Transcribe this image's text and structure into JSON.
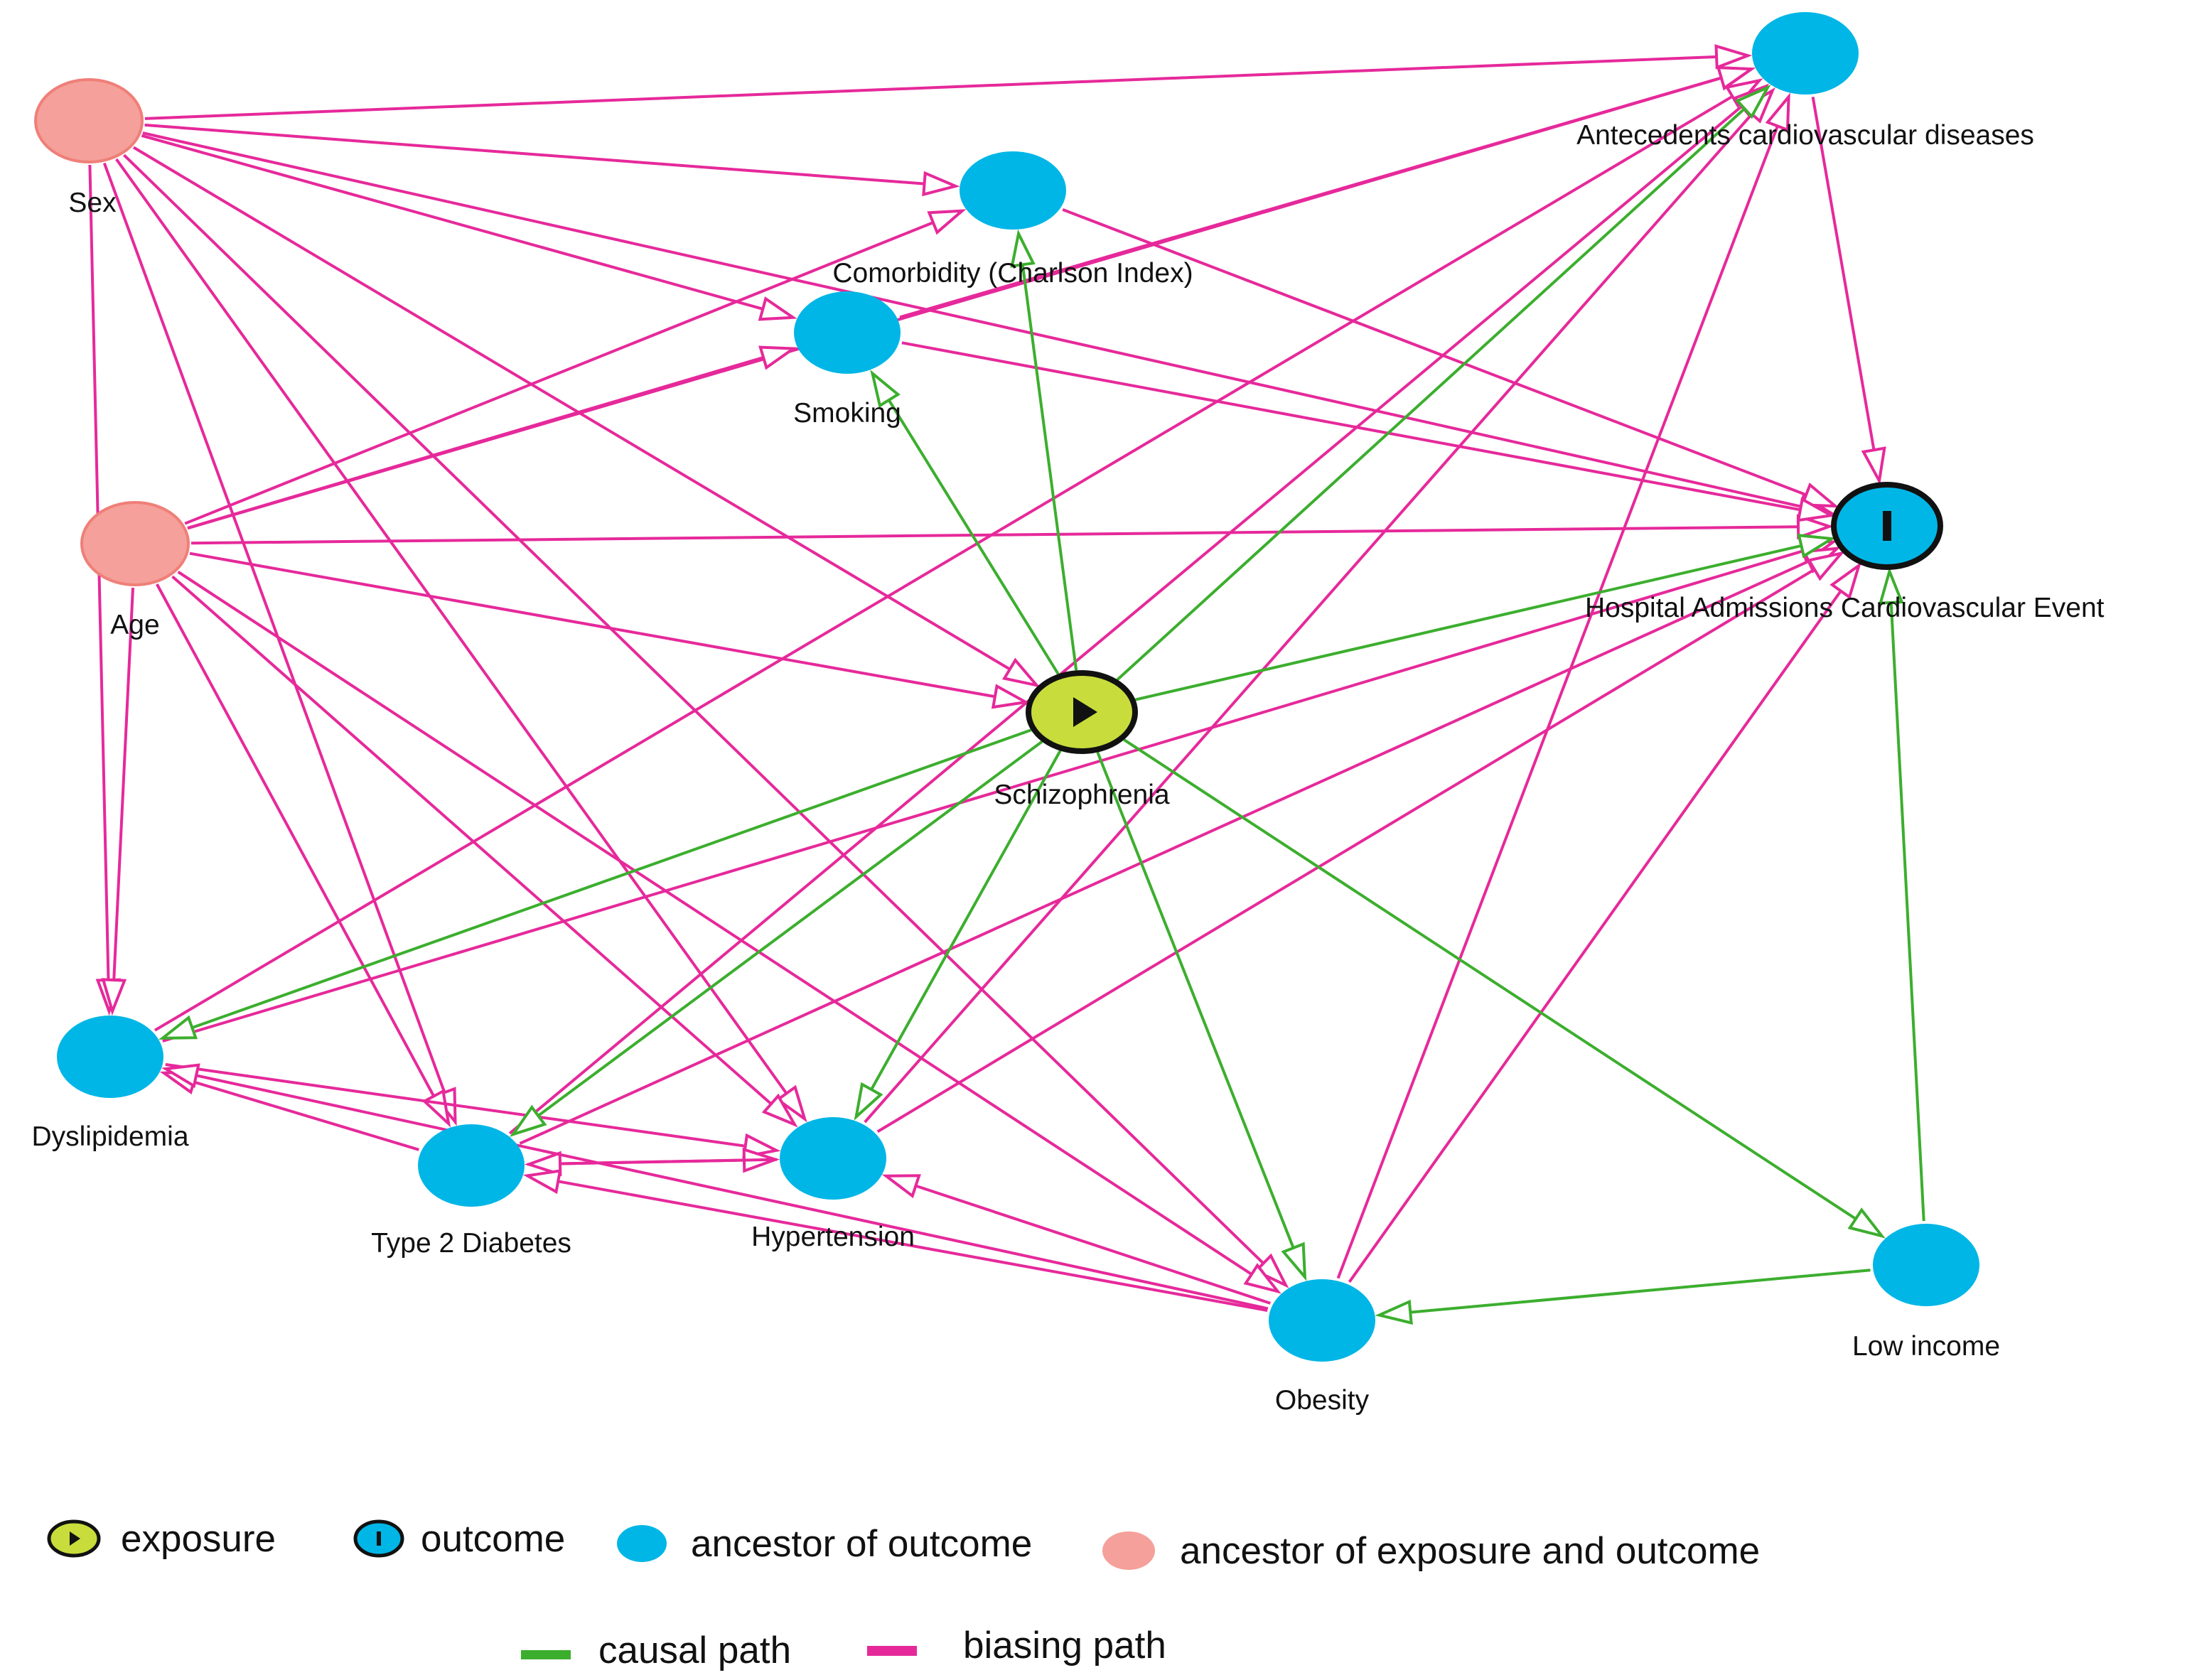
{
  "colors": {
    "biasing": "#e6299a",
    "causal": "#3cae2e",
    "ancestor_outcome": "#00b6e6",
    "ancestor_both": "#f5a09a",
    "exposure": "#c8dc3c"
  },
  "nodes": [
    {
      "id": "sex",
      "label": "Sex",
      "type": "ancestor_both"
    },
    {
      "id": "age",
      "label": "Age",
      "type": "ancestor_both"
    },
    {
      "id": "antecedents",
      "label": "Antecedents cardiovascular diseases",
      "type": "ancestor_outcome"
    },
    {
      "id": "comorbidity",
      "label": "Comorbidity (Charlson Index)",
      "type": "ancestor_outcome"
    },
    {
      "id": "smoking",
      "label": "Smoking",
      "type": "ancestor_outcome"
    },
    {
      "id": "hospital",
      "label": "Hospital Admissions Cardiovascular Event",
      "type": "outcome"
    },
    {
      "id": "schizophrenia",
      "label": "Schizophrenia",
      "type": "exposure"
    },
    {
      "id": "dyslipidemia",
      "label": "Dyslipidemia",
      "type": "ancestor_outcome"
    },
    {
      "id": "t2d",
      "label": "Type 2 Diabetes",
      "type": "ancestor_outcome"
    },
    {
      "id": "hypertension",
      "label": "Hypertension",
      "type": "ancestor_outcome"
    },
    {
      "id": "obesity",
      "label": "Obesity",
      "type": "ancestor_outcome"
    },
    {
      "id": "lowincome",
      "label": "Low income",
      "type": "ancestor_outcome"
    }
  ],
  "edges": [
    {
      "from": "sex",
      "to": "antecedents",
      "kind": "biasing"
    },
    {
      "from": "sex",
      "to": "comorbidity",
      "kind": "biasing"
    },
    {
      "from": "sex",
      "to": "smoking",
      "kind": "biasing"
    },
    {
      "from": "sex",
      "to": "hospital",
      "kind": "biasing"
    },
    {
      "from": "sex",
      "to": "schizophrenia",
      "kind": "biasing"
    },
    {
      "from": "sex",
      "to": "dyslipidemia",
      "kind": "biasing"
    },
    {
      "from": "sex",
      "to": "t2d",
      "kind": "biasing"
    },
    {
      "from": "sex",
      "to": "hypertension",
      "kind": "biasing"
    },
    {
      "from": "sex",
      "to": "obesity",
      "kind": "biasing"
    },
    {
      "from": "age",
      "to": "antecedents",
      "kind": "biasing"
    },
    {
      "from": "age",
      "to": "comorbidity",
      "kind": "biasing"
    },
    {
      "from": "age",
      "to": "smoking",
      "kind": "biasing"
    },
    {
      "from": "age",
      "to": "hospital",
      "kind": "biasing"
    },
    {
      "from": "age",
      "to": "schizophrenia",
      "kind": "biasing"
    },
    {
      "from": "age",
      "to": "dyslipidemia",
      "kind": "biasing"
    },
    {
      "from": "age",
      "to": "t2d",
      "kind": "biasing"
    },
    {
      "from": "age",
      "to": "hypertension",
      "kind": "biasing"
    },
    {
      "from": "age",
      "to": "obesity",
      "kind": "biasing"
    },
    {
      "from": "comorbidity",
      "to": "hospital",
      "kind": "biasing"
    },
    {
      "from": "smoking",
      "to": "hospital",
      "kind": "biasing"
    },
    {
      "from": "smoking",
      "to": "antecedents",
      "kind": "biasing"
    },
    {
      "from": "antecedents",
      "to": "hospital",
      "kind": "biasing"
    },
    {
      "from": "dyslipidemia",
      "to": "antecedents",
      "kind": "biasing"
    },
    {
      "from": "dyslipidemia",
      "to": "hospital",
      "kind": "biasing"
    },
    {
      "from": "dyslipidemia",
      "to": "hypertension",
      "kind": "biasing"
    },
    {
      "from": "t2d",
      "to": "antecedents",
      "kind": "biasing"
    },
    {
      "from": "t2d",
      "to": "hospital",
      "kind": "biasing"
    },
    {
      "from": "t2d",
      "to": "dyslipidemia",
      "kind": "biasing"
    },
    {
      "from": "t2d",
      "to": "hypertension",
      "kind": "biasing"
    },
    {
      "from": "hypertension",
      "to": "antecedents",
      "kind": "biasing"
    },
    {
      "from": "hypertension",
      "to": "hospital",
      "kind": "biasing"
    },
    {
      "from": "hypertension",
      "to": "t2d",
      "kind": "biasing"
    },
    {
      "from": "obesity",
      "to": "antecedents",
      "kind": "biasing"
    },
    {
      "from": "obesity",
      "to": "hospital",
      "kind": "biasing"
    },
    {
      "from": "obesity",
      "to": "hypertension",
      "kind": "biasing"
    },
    {
      "from": "obesity",
      "to": "t2d",
      "kind": "biasing"
    },
    {
      "from": "obesity",
      "to": "dyslipidemia",
      "kind": "biasing"
    },
    {
      "from": "schizophrenia",
      "to": "smoking",
      "kind": "causal"
    },
    {
      "from": "schizophrenia",
      "to": "comorbidity",
      "kind": "causal"
    },
    {
      "from": "schizophrenia",
      "to": "antecedents",
      "kind": "causal"
    },
    {
      "from": "schizophrenia",
      "to": "hospital",
      "kind": "causal"
    },
    {
      "from": "schizophrenia",
      "to": "dyslipidemia",
      "kind": "causal"
    },
    {
      "from": "schizophrenia",
      "to": "t2d",
      "kind": "causal"
    },
    {
      "from": "schizophrenia",
      "to": "hypertension",
      "kind": "causal"
    },
    {
      "from": "schizophrenia",
      "to": "obesity",
      "kind": "causal"
    },
    {
      "from": "schizophrenia",
      "to": "lowincome",
      "kind": "causal"
    },
    {
      "from": "lowincome",
      "to": "hospital",
      "kind": "causal"
    },
    {
      "from": "lowincome",
      "to": "obesity",
      "kind": "causal"
    }
  ],
  "legend": {
    "exposure": "exposure",
    "outcome": "outcome",
    "ancestor_outcome": "ancestor of outcome",
    "ancestor_both": "ancestor of exposure  and outcome",
    "causal_path": "causal path",
    "biasing_path": "biasing path"
  }
}
